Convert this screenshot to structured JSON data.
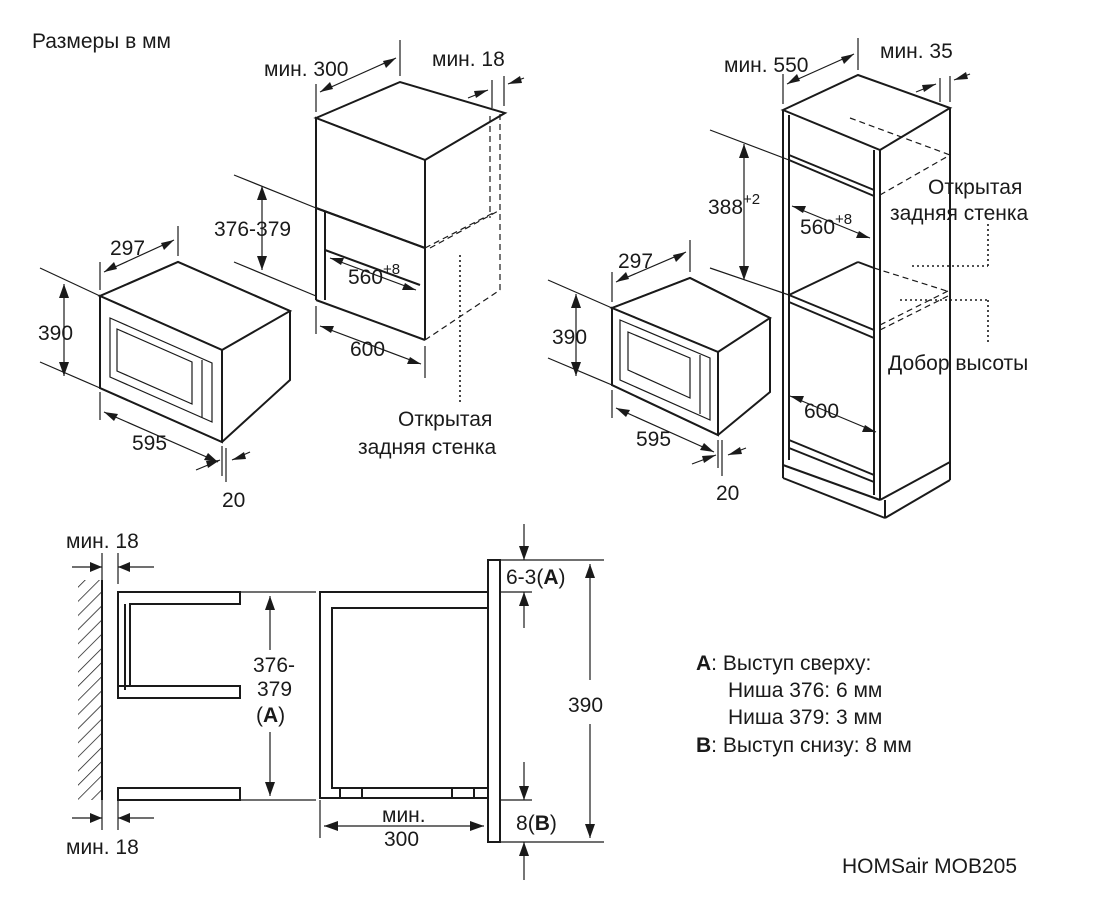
{
  "caption": "Размеры в мм",
  "model": "HOMSair MOB205",
  "wall_unit": {
    "min_depth": "мин. 300",
    "min_side": "мин. 18",
    "niche_height": "376-379",
    "niche_width_base": "560",
    "niche_width_tol": "+8",
    "outer_width": "600",
    "open_back_line1": "Открытая",
    "open_back_line2": "задняя стенка"
  },
  "microwave_left": {
    "depth": "297",
    "height": "390",
    "width": "595",
    "front": "20"
  },
  "tall_unit": {
    "min_depth": "мин. 550",
    "min_side": "мин. 35",
    "niche_height_base": "388",
    "niche_height_tol": "+2",
    "niche_width_base": "560",
    "niche_width_tol": "+8",
    "outer_width": "600",
    "open_back_line1": "Открытая",
    "open_back_line2": "задняя стенка",
    "height_filler": "Добор высоты"
  },
  "microwave_right": {
    "depth": "297",
    "height": "390",
    "width": "595",
    "front": "20"
  },
  "section": {
    "min_top": "мин. 18",
    "min_bottom": "мин. 18",
    "niche_line1": "376-",
    "niche_line2": "379",
    "niche_ref": "A",
    "top_gap": "6-3",
    "top_ref": "A",
    "bottom_gap": "8",
    "bottom_ref": "B",
    "height": "390",
    "min_depth_line1": "мин.",
    "min_depth_line2": "300"
  },
  "legend": {
    "a_key": "A",
    "a_title": ": Выступ сверху:",
    "a_line1": "Ниша 376: 6 мм",
    "a_line2": "Ниша 379: 3 мм",
    "b_key": "B",
    "b_title": ": Выступ снизу: 8 мм"
  }
}
